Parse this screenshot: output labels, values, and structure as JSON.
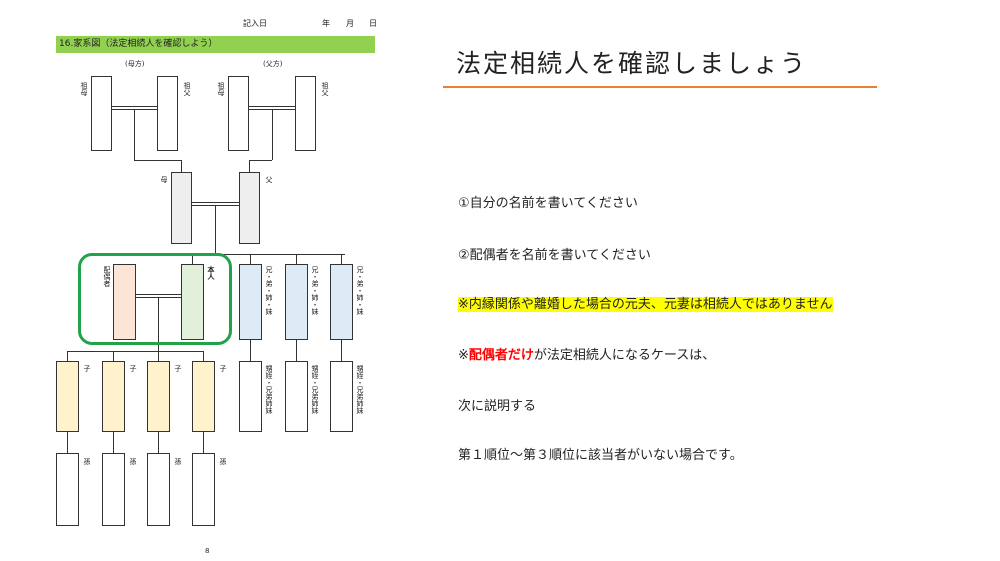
{
  "header": {
    "date_label": "記入日",
    "year": "年",
    "month": "月",
    "day": "日"
  },
  "section_title": "16.家系図（法定相続人を確認しよう）",
  "sides": {
    "mother": "(母方)",
    "father": "(父方)"
  },
  "tree_labels": {
    "grandmother": "祖母",
    "grandfather": "祖父",
    "mother": "母",
    "father": "父",
    "spouse": "配偶者",
    "self": "本人",
    "sibling": "兄・弟・姉・妹",
    "nephew": "甥姪・兄弟姉妹",
    "child": "子",
    "grandchild": "孫"
  },
  "page_number": "8",
  "slide": {
    "title": "法定相続人を確認しましょう",
    "step1": "①自分の名前を書いてください",
    "step2": "②配偶者を名前を書いてください",
    "warning": "※内縁関係や離婚した場合の元夫、元妻は相続人ではありません",
    "note_prefix": "※",
    "note_emph": "配偶者だけ",
    "note_suffix": "が法定相続人になるケースは、",
    "next": "次に説明する",
    "condition": "第１順位〜第３順位に該当者がいない場合です。"
  },
  "colors": {
    "section_bar": "#92d050",
    "parent_fill": "#eeeeee",
    "spouse_fill": "#fce4d6",
    "self_fill": "#e2efda",
    "sibling_fill": "#ddebf7",
    "child_fill": "#fff2cc",
    "highlight_border": "#22a34a",
    "title_rule": "#ed7d31",
    "warning_highlight": "#ffff00",
    "emphasis": "#ff0000"
  }
}
